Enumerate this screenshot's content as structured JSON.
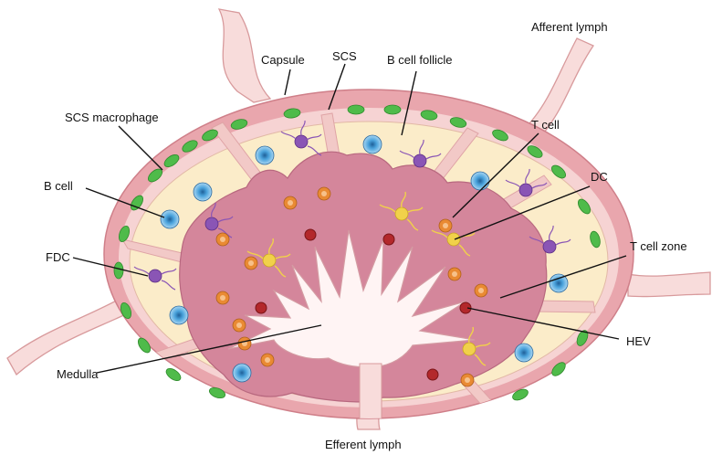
{
  "labels": {
    "afferent_lymph": "Afferent lymph",
    "capsule": "Capsule",
    "scs": "SCS",
    "b_cell_follicle": "B cell follicle",
    "scs_macrophage": "SCS macrophage",
    "t_cell": "T cell",
    "dc": "DC",
    "b_cell": "B cell",
    "fdc": "FDC",
    "t_cell_zone": "T cell zone",
    "hev": "HEV",
    "medulla": "Medulla",
    "efferent_lymph": "Efferent lymph"
  },
  "colors": {
    "capsule": "#e9a6ad",
    "subcapsular_sinus": "#f6d3d3",
    "follicle": "#fbecc9",
    "t_cell_zone": "#d4869b",
    "medulla": "#fff5f5",
    "lymph_vessel": "#fae0de",
    "macrophage_green": "#4fbb4a",
    "b_cell_blue": "#4a9bd4",
    "fdc_purple": "#8a55b5",
    "t_cell_orange": "#e98a33",
    "dc_yellow": "#f1d14a",
    "hev_red": "#b3282b"
  }
}
